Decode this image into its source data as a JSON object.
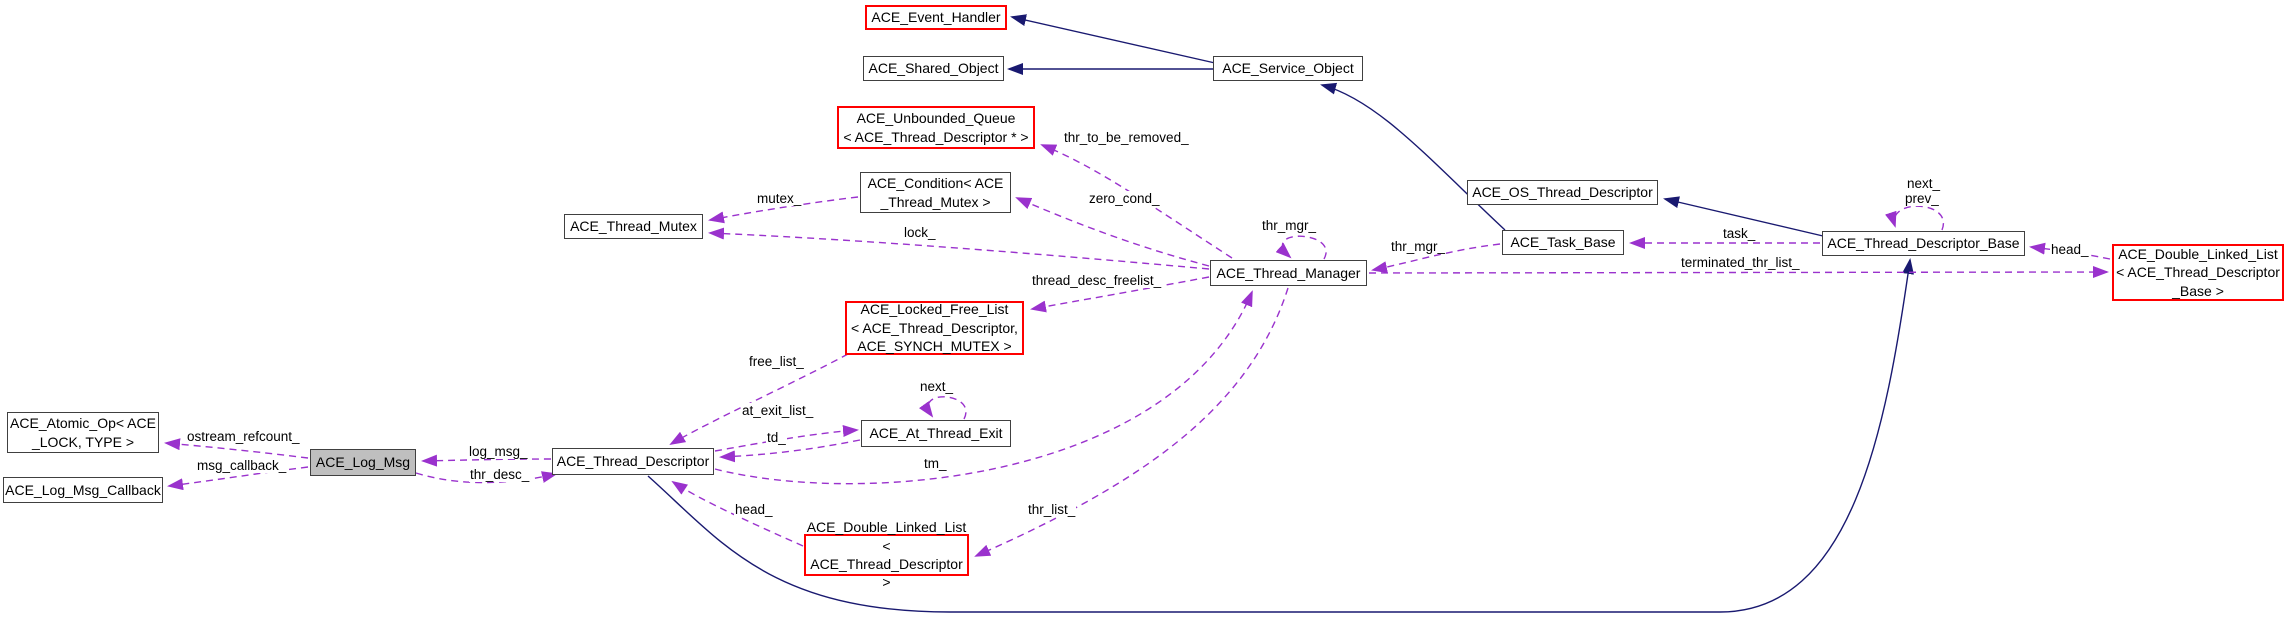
{
  "diagram": {
    "type": "doxygen-collaboration-graph",
    "focus_class": "ACE_Log_Msg",
    "colors": {
      "inheritance_edge": "#191970",
      "usage_edge": "#9a32cd",
      "node_border": "#404040",
      "template_node_border": "#ff0000",
      "focus_node_fill": "#bfbfbf"
    },
    "nodes": {
      "event_handler": {
        "label": "ACE_Event_Handler"
      },
      "shared_object": {
        "label": "ACE_Shared_Object"
      },
      "service_object": {
        "label": "ACE_Service_Object"
      },
      "unbounded_queue": {
        "label": "ACE_Unbounded_Queue\n< ACE_Thread_Descriptor * >"
      },
      "condition": {
        "label": "ACE_Condition< ACE\n_Thread_Mutex >"
      },
      "thread_mutex": {
        "label": "ACE_Thread_Mutex"
      },
      "os_thread_descriptor": {
        "label": "ACE_OS_Thread_Descriptor"
      },
      "task_base": {
        "label": "ACE_Task_Base"
      },
      "thread_descriptor_base": {
        "label": "ACE_Thread_Descriptor_Base"
      },
      "dll_base": {
        "label": "ACE_Double_Linked_List\n< ACE_Thread_Descriptor\n_Base >"
      },
      "thread_manager": {
        "label": "ACE_Thread_Manager"
      },
      "locked_free_list": {
        "label": "ACE_Locked_Free_List\n< ACE_Thread_Descriptor,\nACE_SYNCH_MUTEX >"
      },
      "atomic_op": {
        "label": "ACE_Atomic_Op< ACE\n_LOCK, TYPE >"
      },
      "log_msg": {
        "label": "ACE_Log_Msg"
      },
      "log_msg_callback": {
        "label": "ACE_Log_Msg_Callback"
      },
      "thread_descriptor": {
        "label": "ACE_Thread_Descriptor"
      },
      "at_thread_exit": {
        "label": "ACE_At_Thread_Exit"
      },
      "dll_descriptor": {
        "label": "ACE_Double_Linked_List\n< ACE_Thread_Descriptor >"
      }
    },
    "edges": {
      "thr_to_be_removed": {
        "label": "thr_to_be_removed_"
      },
      "zero_cond": {
        "label": "zero_cond_"
      },
      "mutex": {
        "label": "mutex_"
      },
      "lock": {
        "label": "lock_"
      },
      "thr_mgr_self": {
        "label": "thr_mgr_"
      },
      "thr_mgr_task": {
        "label": "thr_mgr_"
      },
      "task": {
        "label": "task_"
      },
      "next_tdb": {
        "label": "next_"
      },
      "prev_tdb": {
        "label": "prev_"
      },
      "head_base": {
        "label": "head_"
      },
      "terminated_thr_list": {
        "label": "terminated_thr_list_"
      },
      "thread_desc_freelist": {
        "label": "thread_desc_freelist_"
      },
      "free_list": {
        "label": "free_list_"
      },
      "at_exit_list": {
        "label": "at_exit_list_"
      },
      "next_ate": {
        "label": "next_"
      },
      "td": {
        "label": "td_"
      },
      "tm": {
        "label": "tm_"
      },
      "ostream_refcount": {
        "label": "ostream_refcount_"
      },
      "msg_callback": {
        "label": "msg_callback_"
      },
      "log_msg": {
        "label": "log_msg_"
      },
      "thr_desc": {
        "label": "thr_desc_"
      },
      "head_desc": {
        "label": "head_"
      },
      "thr_list": {
        "label": "thr_list_"
      }
    }
  }
}
